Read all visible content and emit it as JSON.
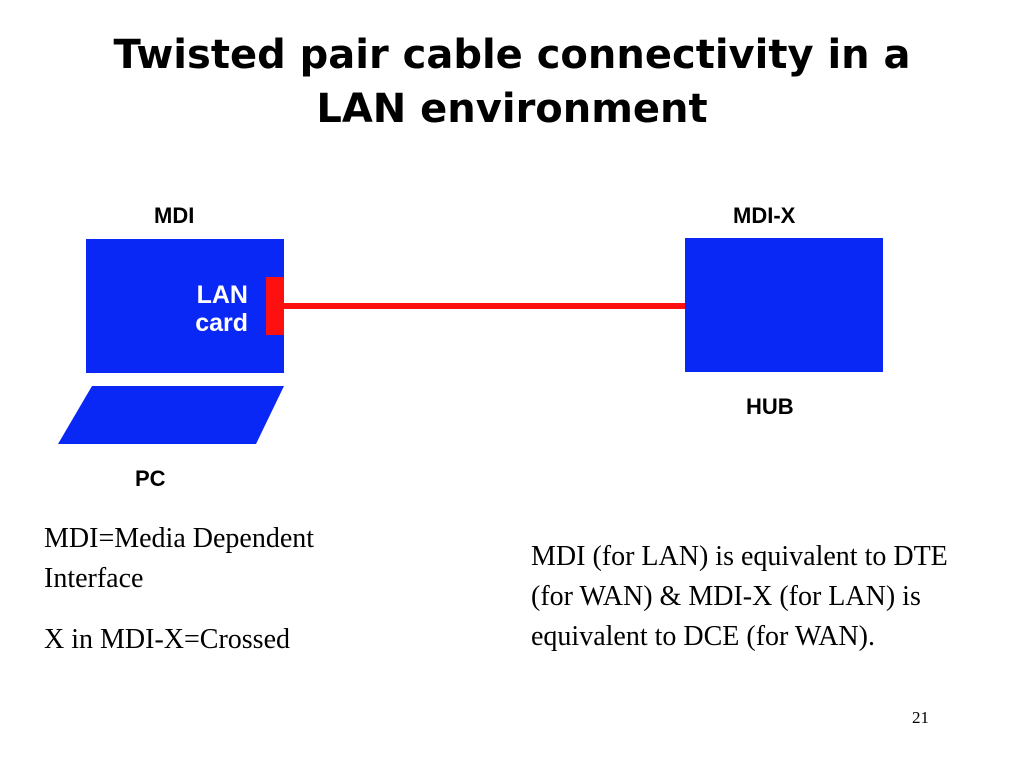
{
  "slide": {
    "title_line1": "Twisted pair cable connectivity in a",
    "title_line2": "LAN environment",
    "page_number": "21"
  },
  "diagram": {
    "pc_label": "MDI",
    "hub_label": "MDI-X",
    "lan_card_line1": "LAN",
    "lan_card_line2": "card",
    "pc_caption": "PC",
    "hub_caption": "HUB",
    "colors": {
      "device_blue": "#0a28f5",
      "cable_red": "#ff1010",
      "lan_text": "#ffffff"
    }
  },
  "notes": {
    "left_line1": "MDI=Media Dependent Interface",
    "left_line2": "X in MDI-X=Crossed",
    "right": "MDI (for LAN) is equivalent to DTE (for WAN) & MDI-X (for LAN) is equivalent to DCE (for WAN)."
  }
}
